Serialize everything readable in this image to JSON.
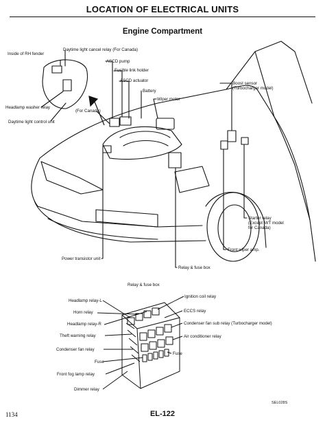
{
  "header": {
    "title": "LOCATION OF ELECTRICAL UNITS"
  },
  "section": {
    "title": "Engine Compartment"
  },
  "engine_labels": {
    "inside_rh_fender": "Inside of RH fender",
    "daytime_cancel_relay": "Daytime light cancel relay (For Canada)",
    "ascd_pump": "ASCD pump",
    "fusible_link_holder": "Fusible link holder",
    "ascd_actuator": "ASCD actuator",
    "battery": "Battery",
    "wiper_motor": "Wiper motor",
    "for_canada": "(For Canada)",
    "headlamp_washer_relay": "Headlamp washer relay",
    "daytime_control_unit": "Daytime light control unit",
    "boost_sensor": "Boost sensor\n(Turbocharger model)",
    "starter_relay": "Starter relay\n(Except M/T model\nfor Canada)",
    "front_wiper_amp": "Front wiper amp.",
    "power_transistor_unit": "Power transistor unit",
    "relay_fuse_box": "Relay & fuse box"
  },
  "relay_box": {
    "title": "Relay & fuse box",
    "left": {
      "headlamp_relay_l": "Headlamp relay-L",
      "horn_relay": "Horn relay",
      "headlamp_relay_r": "Headlamp relay-R",
      "theft_warning_relay": "Theft warning relay",
      "condenser_fan_relay": "Condenser fan relay",
      "fuse": "Fuse",
      "front_fog_lamp_relay": "Front fog lamp relay",
      "dimmer_relay": "Dimmer relay"
    },
    "right": {
      "ignition_coil_relay": "Ignition coil relay",
      "eccs_relay": "ECCS relay",
      "condenser_fan_sub_relay": "Condenser fan sub relay (Turbocharger model)",
      "air_conditioner_relay": "Air conditioner relay",
      "fuse": "Fuse"
    }
  },
  "footer": {
    "page_number": "1134",
    "page_code": "EL-122",
    "image_code": "SEL028S"
  }
}
